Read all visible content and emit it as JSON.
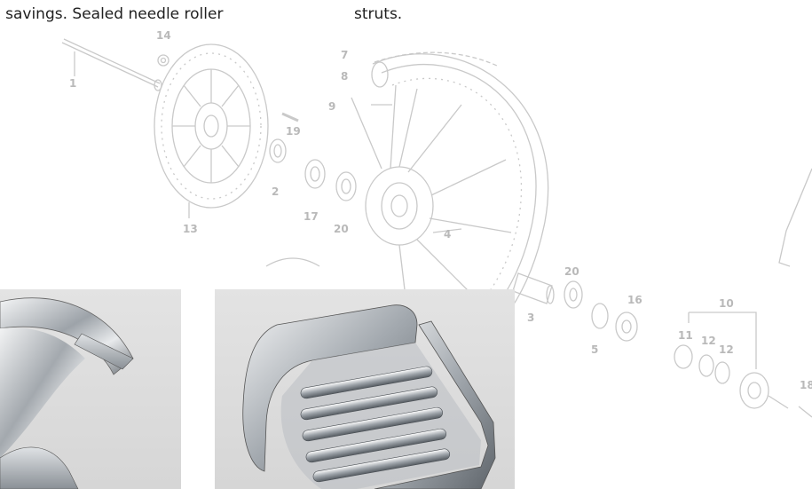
{
  "text": {
    "left": "l savings. Sealed needle roller",
    "right": "struts."
  },
  "diagram": {
    "labels": [
      "14",
      "1",
      "19",
      "2",
      "17",
      "20",
      "13",
      "7",
      "8",
      "9",
      "4",
      "20",
      "16",
      "3",
      "5",
      "10",
      "11",
      "12",
      "12",
      "18"
    ]
  },
  "photos": {
    "left": {
      "subject": "bearing-photo"
    },
    "right": {
      "subject": "needle-roller-bearing-photo"
    }
  },
  "colors": {
    "line_art": "#c8c8c8",
    "photo_bg": "#dcdcdc",
    "steel": "#9aa0a6"
  }
}
